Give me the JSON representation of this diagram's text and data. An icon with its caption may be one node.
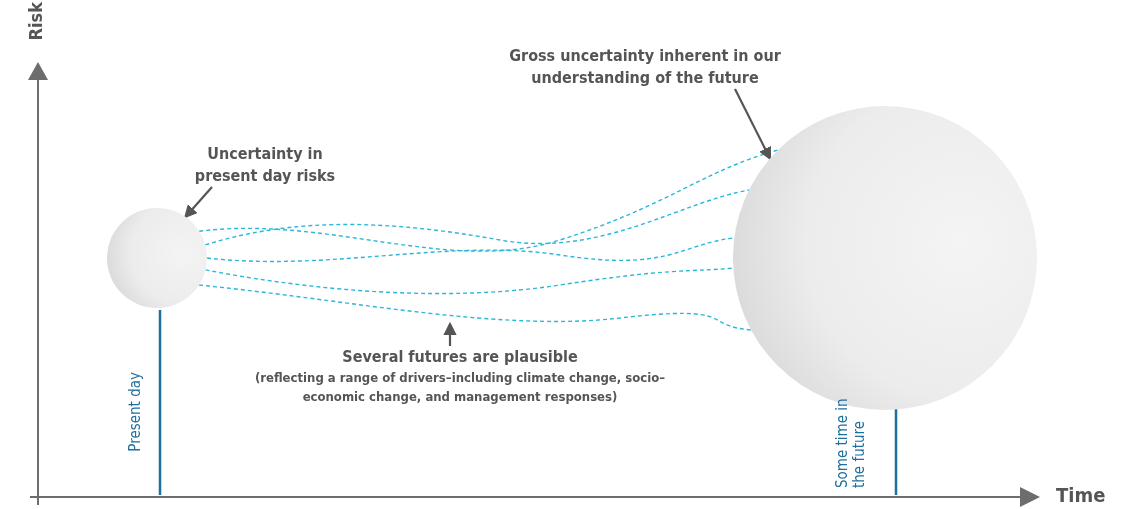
{
  "diagram": {
    "nodes": [
      {
        "text": [],
        "shape": "circle"
      },
      {
        "text": [],
        "shape": "circle",
        "beside": [
          "Some time in the future"
        ]
      },
      {
        "text": [
          "Uncertainty in present day risks"
        ]
      },
      {
        "text": [
          "Gross uncertainty inherent in our understanding of the future"
        ]
      },
      {
        "text": [
          "Several futures are plausible",
          "(reflecting a range of drivers–including climate change, socio–economic change, and management responses)"
        ]
      }
    ],
    "edges": [
      {
        "from": 0,
        "to": 1,
        "arrow": "none",
        "style": "dashed"
      },
      {
        "from": 0,
        "to": 1,
        "arrow": "none",
        "style": "dashed"
      },
      {
        "from": 0,
        "to": 1,
        "arrow": "none",
        "style": "dashed"
      },
      {
        "from": 0,
        "to": 1,
        "arrow": "none",
        "style": "dashed"
      },
      {
        "from": 0,
        "to": 1,
        "arrow": "none",
        "style": "dashed"
      },
      {
        "from": 2,
        "to": 0,
        "arrow": "to",
        "color": "#555555"
      },
      {
        "from": 3,
        "to": 1,
        "arrow": "to",
        "color": "#555555"
      },
      {
        "from": 4,
        "to": null,
        "arrow": "to",
        "color": "#555555"
      }
    ],
    "labels": [
      "Risk",
      "Present day",
      "Time"
    ]
  }
}
